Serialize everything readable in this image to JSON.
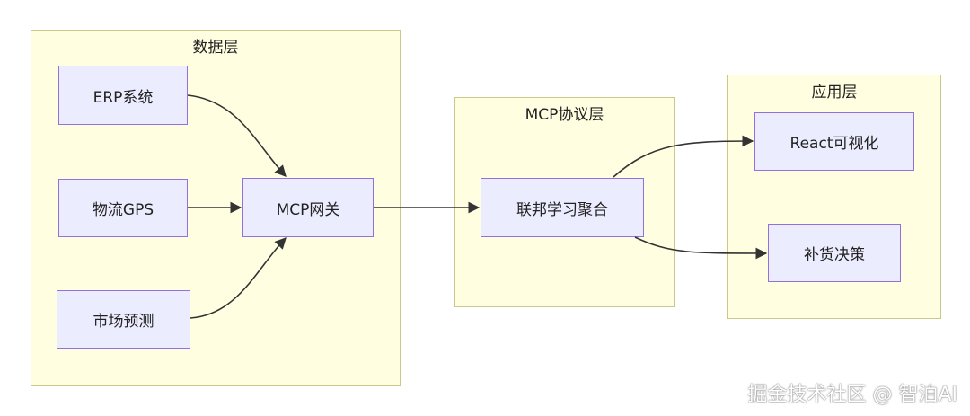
{
  "groups": {
    "data_layer": "数据层",
    "mcp_layer": "MCP协议层",
    "app_layer": "应用层"
  },
  "nodes": {
    "erp": "ERP系统",
    "gps": "物流GPS",
    "market": "市场预测",
    "gateway": "MCP网关",
    "federated": "联邦学习聚合",
    "react": "React可视化",
    "restock": "补货决策"
  },
  "edges": [
    {
      "from": "erp",
      "to": "gateway"
    },
    {
      "from": "gps",
      "to": "gateway"
    },
    {
      "from": "market",
      "to": "gateway"
    },
    {
      "from": "gateway",
      "to": "federated"
    },
    {
      "from": "federated",
      "to": "react"
    },
    {
      "from": "federated",
      "to": "restock"
    }
  ],
  "watermark": "掘金技术社区 @ 智泊AI",
  "colors": {
    "group_fill": "#fffee0",
    "group_border": "#c9c98a",
    "node_fill": "#ececff",
    "node_border": "#9370db",
    "edge": "#333333"
  }
}
